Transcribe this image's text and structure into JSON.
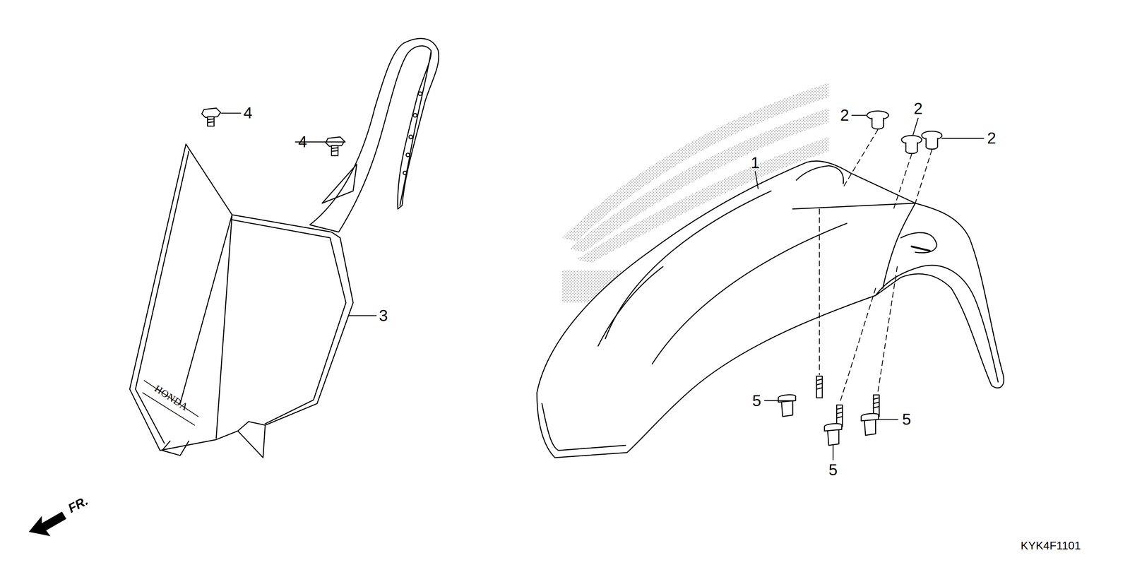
{
  "diagram": {
    "labels": [
      "1",
      "2",
      "2",
      "2",
      "3",
      "4",
      "4",
      "5",
      "5",
      "5",
      "HONDA",
      "FR.",
      "KYK4F1101"
    ]
  }
}
